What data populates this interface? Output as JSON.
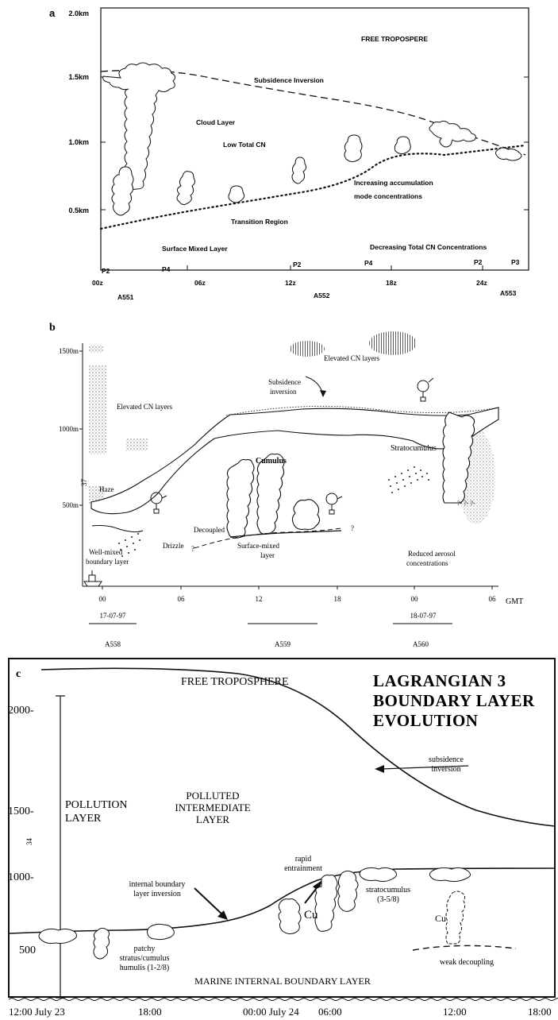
{
  "panel_a": {
    "letter": "a",
    "y_ticks": [
      "2.0km",
      "1.5km",
      "1.0km",
      "0.5km"
    ],
    "labels": {
      "free_troposphere": "FREE TROPOSPERE",
      "subsidence_inversion": "Subsidence Inversion",
      "cloud_layer": "Cloud Layer",
      "low_total_cn": "Low Total CN",
      "increasing_1": "Increasing accumulation",
      "increasing_2": "mode concentrations",
      "transition_region": "Transition Region",
      "surface_mixed_layer": "Surface Mixed Layer",
      "decreasing_total_cn": "Decreasing Total CN Concentrations"
    },
    "positions": [
      "P2",
      "P4",
      "P2",
      "P4",
      "P2",
      "P3"
    ],
    "x_ticks": [
      "00z",
      "06z",
      "12z",
      "18z",
      "24z"
    ],
    "flights": [
      "A551",
      "A552",
      "A553"
    ]
  },
  "panel_b": {
    "letter": "b",
    "y_ticks": [
      "1500m",
      "1000m",
      "500m"
    ],
    "side_number": "37",
    "labels": {
      "elevated_cn_right": "Elevated CN layers",
      "elevated_cn_left": "Elevated CN layers",
      "subsidence_1": "Subsidence",
      "subsidence_2": "inversion",
      "stratocumulus": "Stratocumulus",
      "cumulus": "Cumulus",
      "haze": "Haze",
      "drizzle": "Drizzle",
      "decoupled": "Decoupled",
      "well_mixed_1": "Well-mixed",
      "well_mixed_2": "boundary layer",
      "surface_mixed_1": "Surface-mixed",
      "surface_mixed_2": "layer",
      "reduced_1": "Reduced aerosol",
      "reduced_2": "concentrations",
      "question_marks": "?- ?- ?-",
      "q1": "?",
      "q2": "?"
    },
    "x_ticks": [
      "00",
      "06",
      "12",
      "18",
      "00",
      "06"
    ],
    "x_unit": "GMT",
    "dates": [
      "17-07-97",
      "18-07-97"
    ],
    "flights": [
      "A558",
      "A559",
      "A560"
    ]
  },
  "panel_c": {
    "letter": "c",
    "y_ticks": [
      "2000-",
      "1500-",
      "1000-",
      "500"
    ],
    "side_number": "34",
    "title_lines": [
      "LAGRANGIAN 3",
      "BOUNDARY LAYER",
      "EVOLUTION"
    ],
    "labels": {
      "free_troposphere": "FREE TROPOSPHERE",
      "subsidence_1": "subsidence",
      "subsidence_2": "inversion",
      "pollution_1": "POLLUTION",
      "pollution_2": "LAYER",
      "polluted_1": "POLLUTED",
      "polluted_2": "INTERMEDIATE",
      "polluted_3": "LAYER",
      "rapid_1": "rapid",
      "rapid_2": "entrainment",
      "ibl_1": "internal boundary",
      "ibl_2": "layer inversion",
      "cu_1": "Cu",
      "cu_2": "Cu",
      "strato_1": "stratocumulus",
      "strato_2": "(3-5/8)",
      "patchy_1": "patchy",
      "patchy_2": "stratus/cumulus",
      "patchy_3": "humulis  (1-2/8)",
      "weak_decoupling": "weak decoupling",
      "marine_ibl": "MARINE INTERNAL BOUNDARY LAYER"
    },
    "x_ticks": [
      "12:00  July 23",
      "18:00",
      "00:00  July 24",
      "06:00",
      "12:00",
      "18:00"
    ]
  }
}
